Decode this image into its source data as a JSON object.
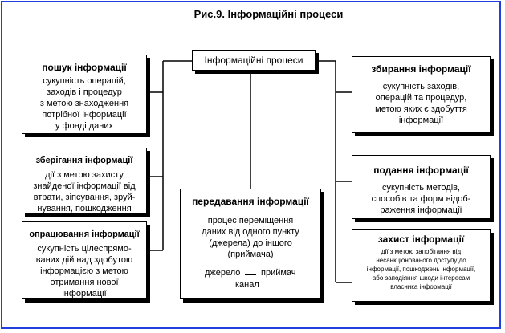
{
  "figure": {
    "title": "Рис.9. Інформаційні процеси"
  },
  "nodes": {
    "center": {
      "title": "Інформаційні процеси"
    },
    "search": {
      "heading": "пошук інформації",
      "body": "сукупність операцій,\nзаходів і процедур\nз метою знаходження\nпотрібної інформації\nу фонді даних"
    },
    "storage": {
      "heading": "зберігання інформації",
      "body": "дії з метою захисту\nзнайденої інформації від\nвтрати, зіпсування, зруй-\nнування, пошкодження"
    },
    "processing": {
      "heading": "опрацювання інформації",
      "body": "сукупність цілеспрямо-\nваних дій над здобутою\nінформацією з метою\nотримання нової\nінформації"
    },
    "transfer": {
      "heading": "передавання інформації",
      "body": "процес переміщення\nданих від одного пункту\n(джерела) до іншого\n(приймача)",
      "source": "джерело",
      "receiver": "приймач",
      "channel": "канал"
    },
    "collection": {
      "heading": "збирання інформації",
      "body": "сукупність заходів,\nоперацій та процедур,\nметою яких є здобуття\nінформації"
    },
    "presentation": {
      "heading": "подання інформації",
      "body": "сукупність методів,\nспособів та форм відоб-\nраження інформації"
    },
    "protection": {
      "heading": "захист інформації",
      "body": "дії з метою запобігання від\nнесанкціонованого доступу до\nінформації, пошкоджень інформації,\nабо заподіяння шкоди інтересам\nвласника інформації"
    }
  }
}
